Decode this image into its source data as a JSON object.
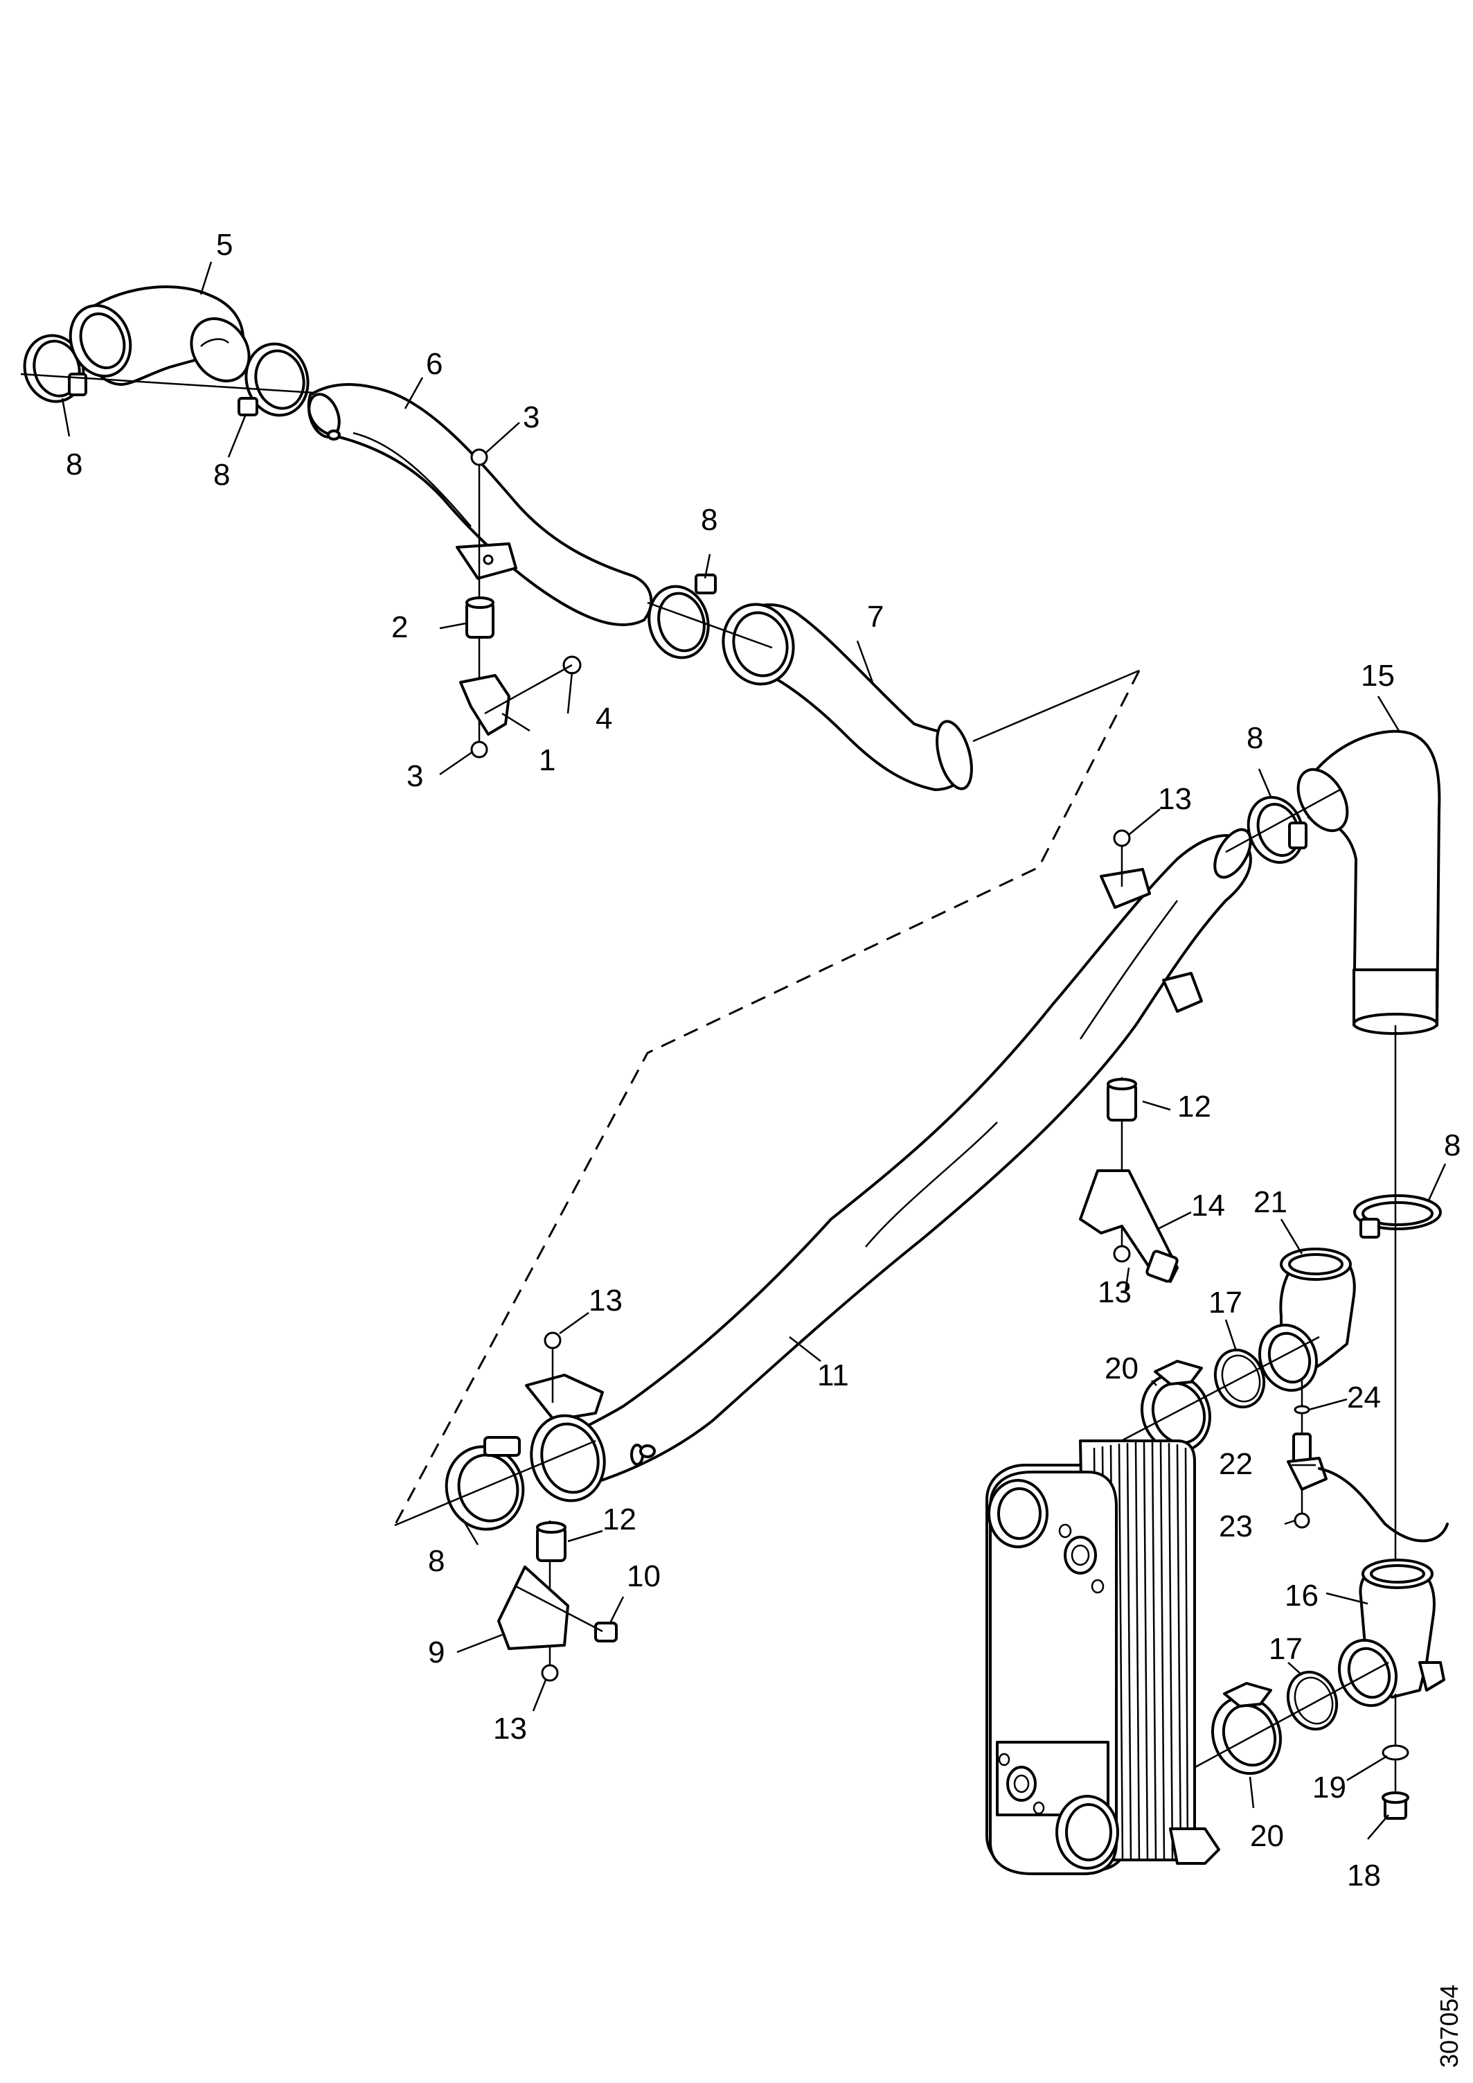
{
  "diagram": {
    "doc_id": "307054",
    "callouts": {
      "c1": "1",
      "c2": "2",
      "c3a": "3",
      "c3b": "3",
      "c4": "4",
      "c5": "5",
      "c6": "6",
      "c7": "7",
      "c8a": "8",
      "c8b": "8",
      "c8c": "8",
      "c8d": "8",
      "c8e": "8",
      "c8f": "8",
      "c9": "9",
      "c10": "10",
      "c11": "11",
      "c12a": "12",
      "c12b": "12",
      "c13a": "13",
      "c13b": "13",
      "c13c": "13",
      "c13d": "13",
      "c14": "14",
      "c15": "15",
      "c16": "16",
      "c17a": "17",
      "c17b": "17",
      "c18": "18",
      "c19": "19",
      "c20a": "20",
      "c20b": "20",
      "c21": "21",
      "c22": "22",
      "c23": "23",
      "c24": "24"
    }
  }
}
